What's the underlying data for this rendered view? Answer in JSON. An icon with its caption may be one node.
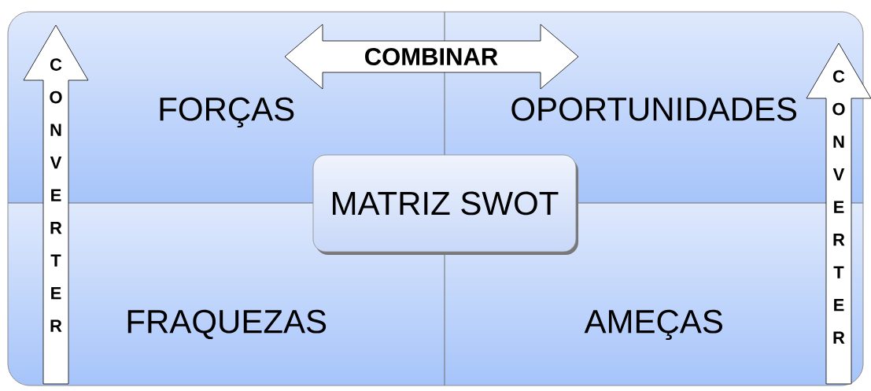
{
  "diagram": {
    "nodes": [
      {
        "text": [
          "FORÇAS"
        ]
      },
      {
        "text": [
          "OPORTUNIDADES"
        ]
      },
      {
        "text": [
          "FRAQUEZAS"
        ]
      },
      {
        "text": [
          "AMEÇAS"
        ]
      },
      {
        "text": [
          "MATRIZ SWOT"
        ]
      }
    ],
    "edges": [
      {
        "from": 0,
        "to": 1,
        "arrow": "both",
        "label": "COMBINAR"
      },
      {
        "from": 2,
        "to": 0,
        "arrow": "to",
        "label": "CONVERTER"
      },
      {
        "from": 3,
        "to": 1,
        "arrow": "to",
        "label": "CONVERTER"
      }
    ]
  }
}
